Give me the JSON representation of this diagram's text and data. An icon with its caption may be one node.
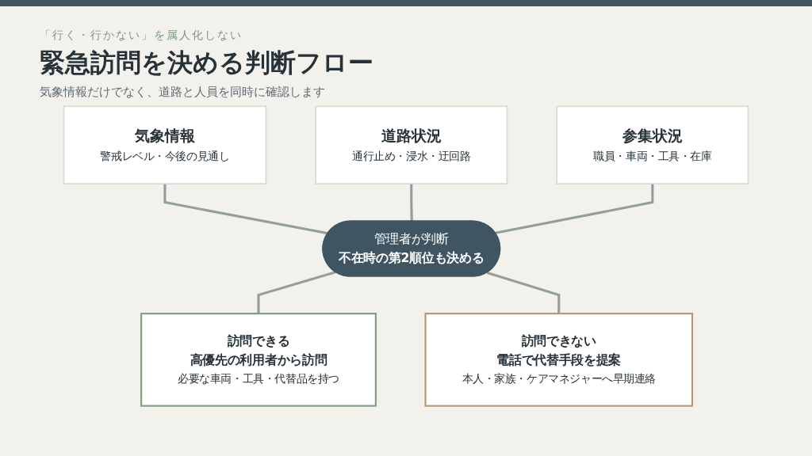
{
  "diagram": {
    "title": "緊急訪問を決める判断フロー",
    "nodes": [
      {
        "text": [
          "気象情報",
          "警戒レベル・今後の見通し"
        ]
      },
      {
        "text": [
          "道路状況",
          "通行止め・浸水・迂回路"
        ]
      },
      {
        "text": [
          "参集状況",
          "職員・車両・工具・在庫"
        ]
      },
      {
        "text": [
          "管理者が判断",
          "不在時の第2順位も決める"
        ]
      },
      {
        "text": [
          "訪問できる",
          "高優先の利用者から訪問",
          "必要な車両・工具・代替品を持つ"
        ]
      },
      {
        "text": [
          "訪問できない",
          "電話で代替手段を提案",
          "本人・家族・ケアマネジャーへ早期連絡"
        ]
      }
    ],
    "edges": [
      {
        "from": 0,
        "to": 3,
        "arrow": "none"
      },
      {
        "from": 1,
        "to": 3,
        "arrow": "none"
      },
      {
        "from": 2,
        "to": 3,
        "arrow": "none"
      },
      {
        "from": 3,
        "to": 4,
        "arrow": "none"
      },
      {
        "from": 3,
        "to": 5,
        "arrow": "none"
      }
    ],
    "labels": [
      "「行く・行かない」を属人化しない",
      "気象情報だけでなく、道路と人員を同時に確認します"
    ]
  }
}
